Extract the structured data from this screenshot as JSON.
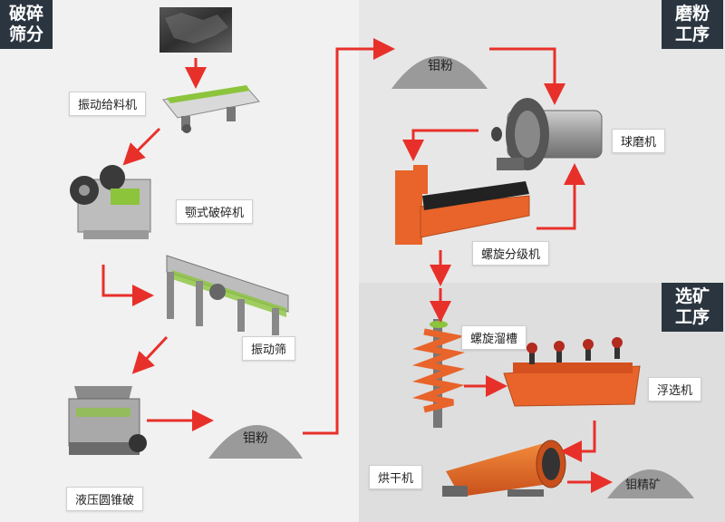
{
  "sections": {
    "crushing": "破碎\n筛分",
    "grinding": "磨粉\n工序",
    "flotation": "选矿\n工序"
  },
  "labels": {
    "feeder": "振动给料机",
    "jaw_crusher": "颚式破碎机",
    "screen": "振动筛",
    "cone_crusher": "液压圆锥破",
    "powder_1": "钼粉",
    "powder_2": "钼粉",
    "ball_mill": "球磨机",
    "classifier": "螺旋分级机",
    "spiral_chute": "螺旋溜槽",
    "flotation_machine": "浮选机",
    "dryer": "烘干机",
    "concentrate": "钼精矿"
  },
  "colors": {
    "arrow": "#e8302a",
    "tag_bg": "#2b3540",
    "machine_orange": "#e8642a",
    "machine_green": "#8cc43c",
    "pile_gray": "#9a9a9a"
  }
}
